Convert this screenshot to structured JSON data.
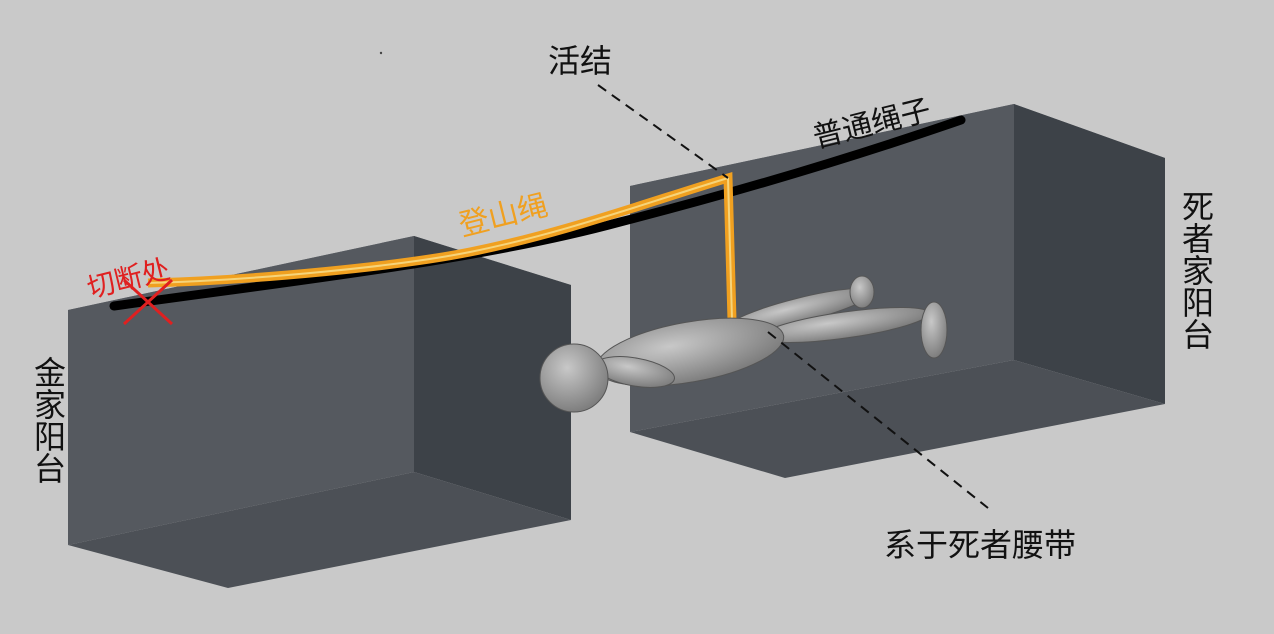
{
  "labels": {
    "slip_knot": "活结",
    "ordinary_rope": "普通绳子",
    "climbing_rope": "登山绳",
    "cut_point": "切断处",
    "deceased_balcony": "死者家阳台",
    "jin_balcony": "金家阳台",
    "tied_to_belt": "系于死者腰带"
  },
  "colors": {
    "background": "#c9c9c9",
    "block_front": "#55595f",
    "block_side": "#3c4147",
    "block_top": "#666a70",
    "ordinary_rope": "#000000",
    "climbing_rope": "#f0a020",
    "cut_mark": "#e02020",
    "text": "#111111",
    "figure": "#9a9a9a"
  }
}
